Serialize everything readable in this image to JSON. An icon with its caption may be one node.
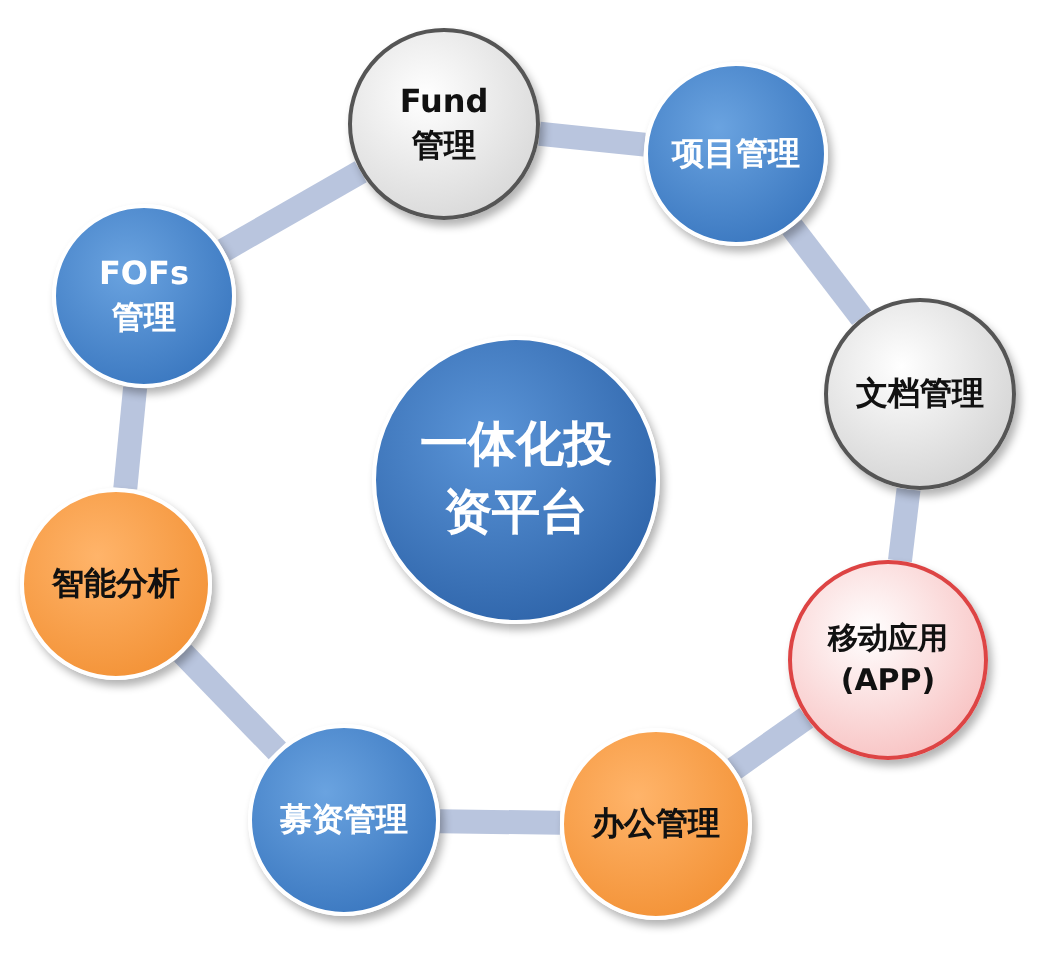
{
  "diagram": {
    "nodes": [
      {
        "text": [
          "Fund 管理"
        ]
      },
      {
        "text": [
          "项目管理"
        ]
      },
      {
        "text": [
          "FOFs 管理"
        ]
      },
      {
        "text": [
          "一体化投资平台"
        ]
      },
      {
        "text": [
          "文档管理"
        ]
      },
      {
        "text": [
          "智能分析"
        ]
      },
      {
        "text": [
          "移动应用(APP)"
        ]
      },
      {
        "text": [
          "募资管理"
        ]
      },
      {
        "text": [
          "办公管理"
        ]
      }
    ],
    "edges": [
      {
        "from": 0,
        "to": 1,
        "arrow": "none"
      },
      {
        "from": 1,
        "to": 4,
        "arrow": "none"
      },
      {
        "from": 4,
        "to": 6,
        "arrow": "none"
      },
      {
        "from": 6,
        "to": 8,
        "arrow": "none"
      },
      {
        "from": 8,
        "to": 7,
        "arrow": "none"
      },
      {
        "from": 7,
        "to": 5,
        "arrow": "none"
      },
      {
        "from": 5,
        "to": 2,
        "arrow": "none"
      },
      {
        "from": 2,
        "to": 0,
        "arrow": "none"
      }
    ]
  }
}
